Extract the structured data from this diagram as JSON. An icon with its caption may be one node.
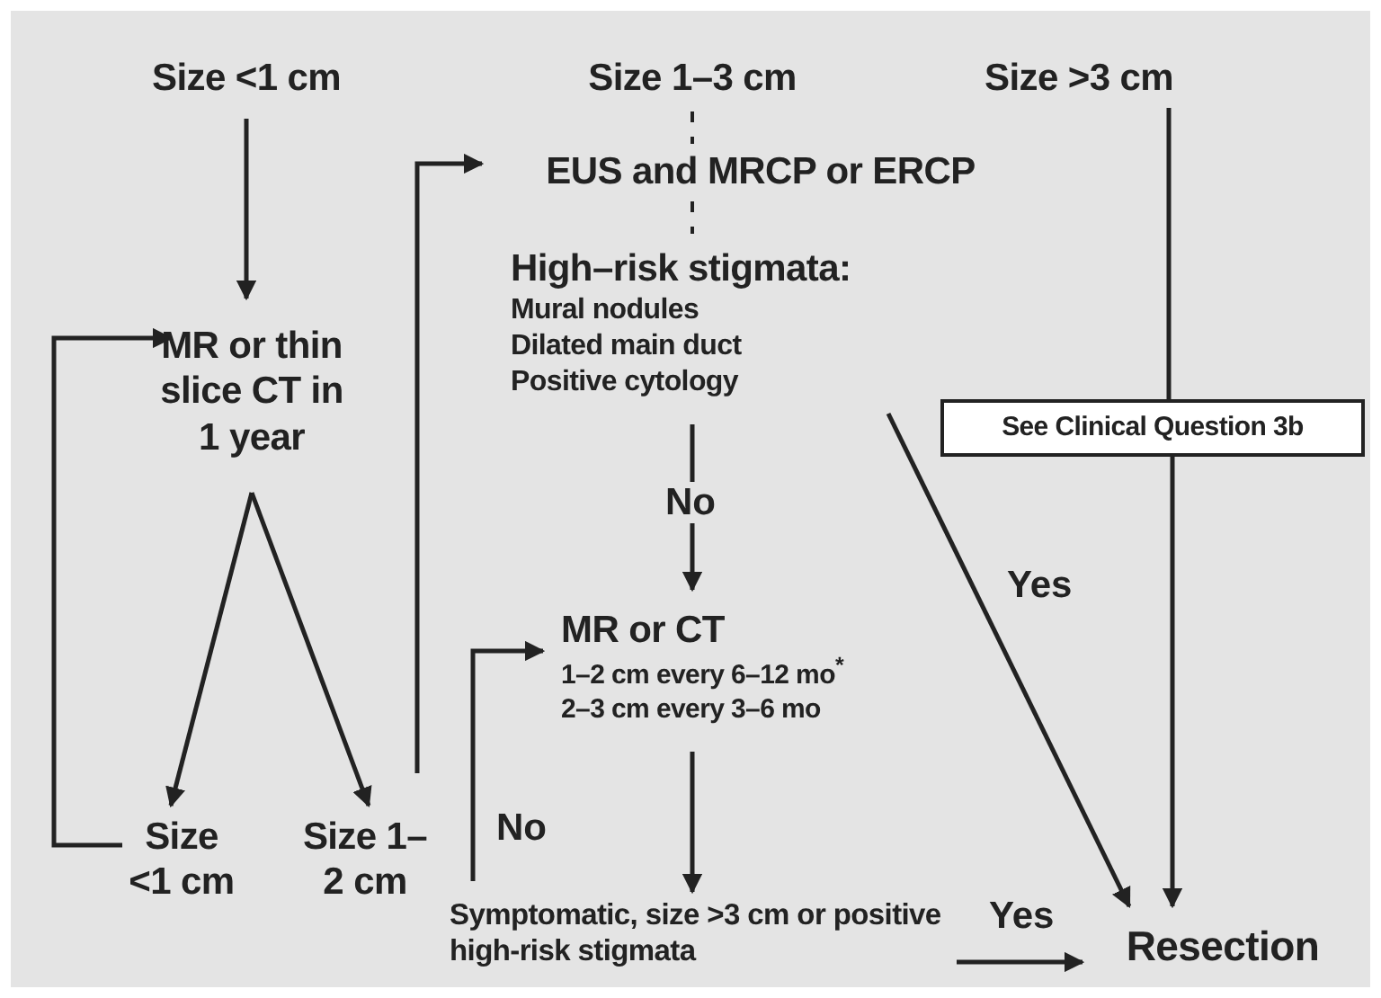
{
  "diagram": {
    "nodes": [
      {
        "text": [
          "Size <1 cm"
        ]
      },
      {
        "text": [
          "Size 1–3 cm"
        ]
      },
      {
        "text": [
          "Size >3 cm"
        ]
      },
      {
        "text": [
          "EUS and MRCP or ERCP"
        ]
      },
      {
        "text": [
          "MR or thin slice CT in 1 year"
        ]
      },
      {
        "text": [
          "High–risk stigmata:",
          "Mural nodules",
          "Dilated main duct",
          "Positive cytology"
        ]
      },
      {
        "text": [
          "See Clinical Question 3b"
        ]
      },
      {
        "text": [
          "MR or CT",
          "1–2 cm every 6–12 mo$^{*}$",
          "2–3 cm every 3–6 mo"
        ]
      },
      {
        "text": [
          "Size <1 cm"
        ]
      },
      {
        "text": [
          "Size 1–2 cm"
        ]
      },
      {
        "text": [
          "Symptomatic, size >3 cm or positive high-risk stigmata"
        ]
      },
      {
        "text": [
          "Resection"
        ]
      }
    ],
    "edges": [
      {
        "from": 0,
        "to": 4,
        "arrow": "to"
      },
      {
        "from": 1,
        "to": 3,
        "arrow": "none",
        "style": "dashed"
      },
      {
        "from": 3,
        "to": 5,
        "arrow": "none",
        "style": "dashed"
      },
      {
        "from": 5,
        "to": 7,
        "arrow": "to",
        "label": "No"
      },
      {
        "from": 5,
        "to": 11,
        "arrow": "to",
        "label": "Yes"
      },
      {
        "from": 2,
        "to": 6,
        "arrow": "none"
      },
      {
        "from": 6,
        "to": 11,
        "arrow": "to"
      },
      {
        "from": 4,
        "to": 8,
        "arrow": "to"
      },
      {
        "from": 4,
        "to": 9,
        "arrow": "to"
      },
      {
        "from": 8,
        "to": 4,
        "arrow": "to"
      },
      {
        "from": 9,
        "to": 3,
        "arrow": "to"
      },
      {
        "from": 10,
        "to": 7,
        "arrow": "to",
        "label": "No"
      },
      {
        "from": 7,
        "to": 10,
        "arrow": "to"
      },
      {
        "from": 10,
        "to": 11,
        "arrow": "to",
        "label": "Yes"
      }
    ]
  }
}
